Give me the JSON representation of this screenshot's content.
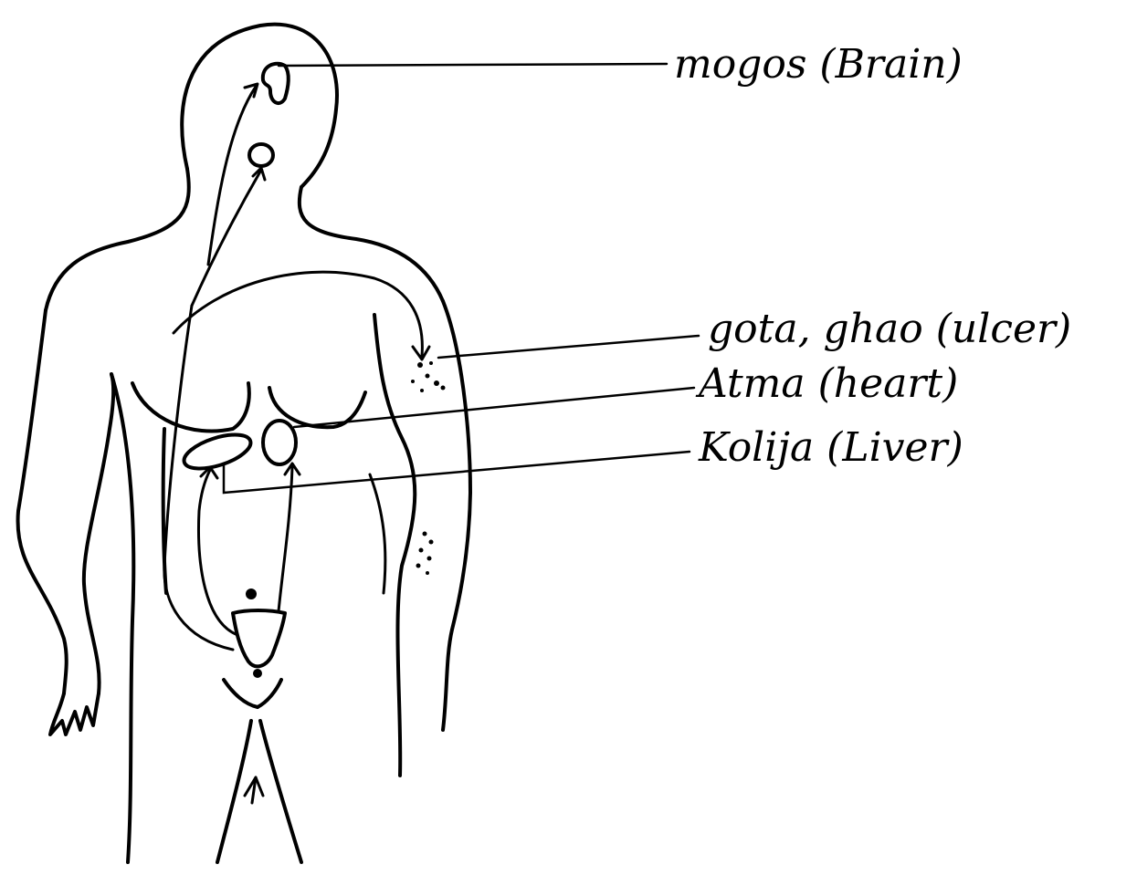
{
  "labels": {
    "brain": "mogos (Brain)",
    "ulcer": "gota, ghao (ulcer)",
    "heart": "Atma (heart)",
    "liver": "Kolija (Liver)"
  }
}
